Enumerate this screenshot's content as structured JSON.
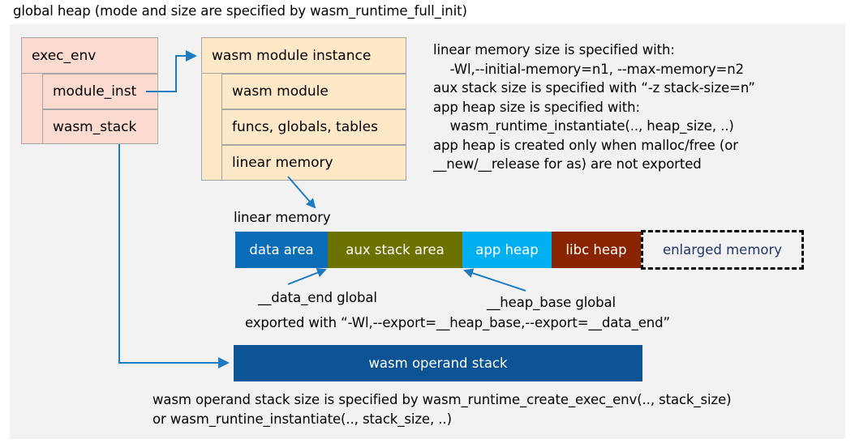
{
  "title": "global heap (mode and size are specified by wasm_runtime_full_init)",
  "colors": {
    "panel_bg": "#f2f2f2",
    "exec_env_fill": "#fbdad0",
    "module_inst_fill": "#fde9c8",
    "box_border": "#a6a6a6",
    "arrow": "#1f7bc1",
    "data_area": "#0b6cb7",
    "aux_stack_area": "#6b7200",
    "app_heap": "#01b0f1",
    "libc_heap": "#8a2400",
    "enlarged_memory_text": "#1f3864",
    "operand_stack": "#0b5394"
  },
  "exec_env": {
    "header": "exec_env",
    "fields": [
      "module_inst",
      "wasm_stack"
    ]
  },
  "module_instance": {
    "header": "wasm module instance",
    "fields": [
      "wasm module",
      "funcs, globals, tables",
      "linear memory"
    ]
  },
  "notes": {
    "lines": [
      "linear memory size is specified with:",
      "    -Wl,--initial-memory=n1, --max-memory=n2",
      "aux stack size is specified with “-z stack-size=n”",
      "app heap size is specified with:",
      "    wasm_runtime_instantiate(.., heap_size, ..)",
      "app heap is created only when malloc/free (or",
      "__new/__release for as) are not exported"
    ]
  },
  "linear_memory": {
    "label": "linear memory",
    "segments": [
      {
        "label": "data area",
        "color": "#0b6cb7",
        "dashed": false
      },
      {
        "label": "aux stack area",
        "color": "#6b7200",
        "dashed": false
      },
      {
        "label": "app heap",
        "color": "#01b0f1",
        "dashed": false
      },
      {
        "label": "libc heap",
        "color": "#8a2400",
        "dashed": false
      },
      {
        "label": "enlarged memory",
        "color": "#f2f2f2",
        "dashed": true
      }
    ],
    "annotations": {
      "data_end": "__data_end global",
      "heap_base": "__heap_base global",
      "exported_with": "exported with “-Wl,--export=__heap_base,--export=__data_end”"
    }
  },
  "operand_stack": {
    "label": "wasm operand stack",
    "notes": [
      "wasm operand stack size is specified by wasm_runtime_create_exec_env(.., stack_size)",
      "or wasm_runtine_instantiate(.., stack_size, ..)"
    ]
  }
}
